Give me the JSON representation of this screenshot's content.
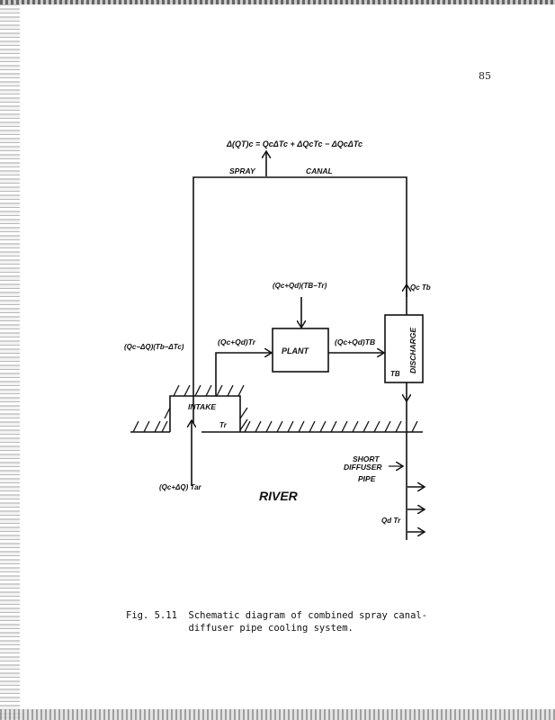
{
  "page_number": "85",
  "diagram": {
    "top_equation": "Δ(QT)c = QcΔTc + ΔQcTc − ΔQcΔTc",
    "spray_label": "SPRAY",
    "canal_label": "CANAL",
    "canal_return_label": "(Qc−ΔQ)(Tb−ΔTc)",
    "plant_heat_label": "(Qc+Qd)(TB−Tr)",
    "intake_to_plant_label": "(Qc+Qd)Tr",
    "plant_to_discharge_label": "(Qc+Qd)TB",
    "discharge_to_canal_label": "Qc Tb",
    "plant_label": "PLANT",
    "discharge_label": "DISCHARGE",
    "discharge_temp_label": "TB",
    "intake_label": "INTAKE",
    "intake_temp_label": "Tr",
    "river_inflow_label": "(Qc+ΔQ) Tar",
    "river_label": "RIVER",
    "diffuser_label": [
      "SHORT",
      "DIFFUSER",
      "PIPE"
    ],
    "diffuser_flow_label": "Qd Tr"
  },
  "caption": {
    "line1": "Fig. 5.11  Schematic diagram of combined spray canal-",
    "line2": "           diffuser pipe cooling system."
  }
}
